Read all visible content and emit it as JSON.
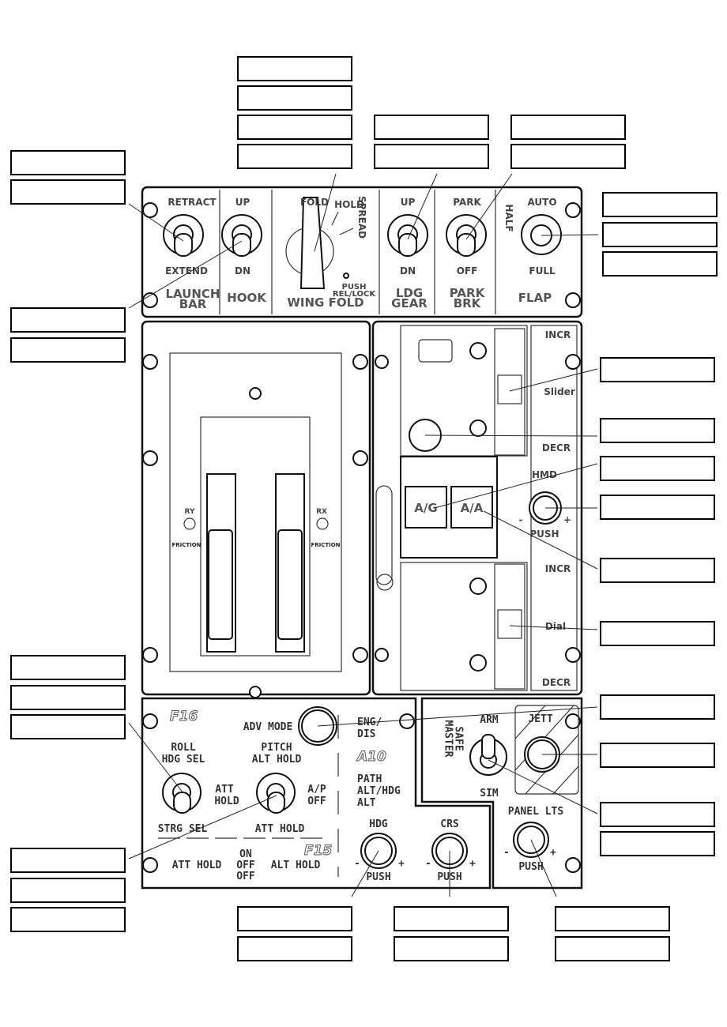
{
  "top_panel": {
    "launch_bar": {
      "top": "RETRACT",
      "bottom": "EXTEND",
      "title1": "LAUNCH",
      "title2": "BAR"
    },
    "hook": {
      "top": "UP",
      "bottom": "DN",
      "title": "HOOK"
    },
    "wing_fold": {
      "fold": "FOLD",
      "hold": "HOLD",
      "spread": "SPREAD",
      "push": "PUSH",
      "rel_lock": "REL/LOCK",
      "title": "WING FOLD"
    },
    "ldg_gear": {
      "top": "UP",
      "bottom": "DN",
      "title1": "LDG",
      "title2": "GEAR"
    },
    "park_brk": {
      "top": "PARK",
      "bottom": "OFF",
      "title1": "PARK",
      "title2": "BRK"
    },
    "flap": {
      "top": "AUTO",
      "half": "HALF",
      "bottom": "FULL",
      "title": "FLAP"
    }
  },
  "throttle_panel": {
    "ry": "RY",
    "rx": "RX",
    "friction_left": "FRICTION",
    "friction_right": "FRICTION"
  },
  "right_panel": {
    "incr_top": "INCR",
    "slider": "Slider",
    "decr_top": "DECR",
    "hmd": "HMD",
    "ag": "A/G",
    "aa": "A/A",
    "push": "PUSH",
    "minus": "-",
    "plus": "+",
    "incr_bottom": "INCR",
    "dial": "Dial",
    "decr_bottom": "DECR"
  },
  "autopilot_panel": {
    "f16": "F16",
    "adv_mode": "ADV MODE",
    "eng_dis1": "ENG/",
    "eng_dis2": "DIS",
    "roll": "ROLL",
    "hdg_sel": "HDG SEL",
    "pitch": "PITCH",
    "alt_hold": "ALT HOLD",
    "att_hold_mid1": "ATT",
    "att_hold_mid2": "HOLD",
    "ap_off1": "A/P",
    "ap_off2": "OFF",
    "a10": "A10",
    "path": "PATH",
    "alt_hdg": "ALT/HDG",
    "alt": "ALT",
    "strg_sel": "STRG SEL",
    "att_hold_top": "ATT HOLD",
    "f15": "F15",
    "att_hold_bottom": "ATT HOLD",
    "on": "ON",
    "off1": "OFF",
    "off2": "OFF",
    "alt_hold_bottom": "ALT HOLD",
    "hdg": "HDG",
    "crs": "CRS",
    "push": "PUSH",
    "minus": "-",
    "plus": "+"
  },
  "arm_panel": {
    "arm": "ARM",
    "master": "MASTER",
    "safe": "SAFE",
    "sim": "SIM",
    "jett": "JETT",
    "panel_lts": "PANEL LTS",
    "push": "PUSH",
    "minus": "-",
    "plus": "+"
  }
}
